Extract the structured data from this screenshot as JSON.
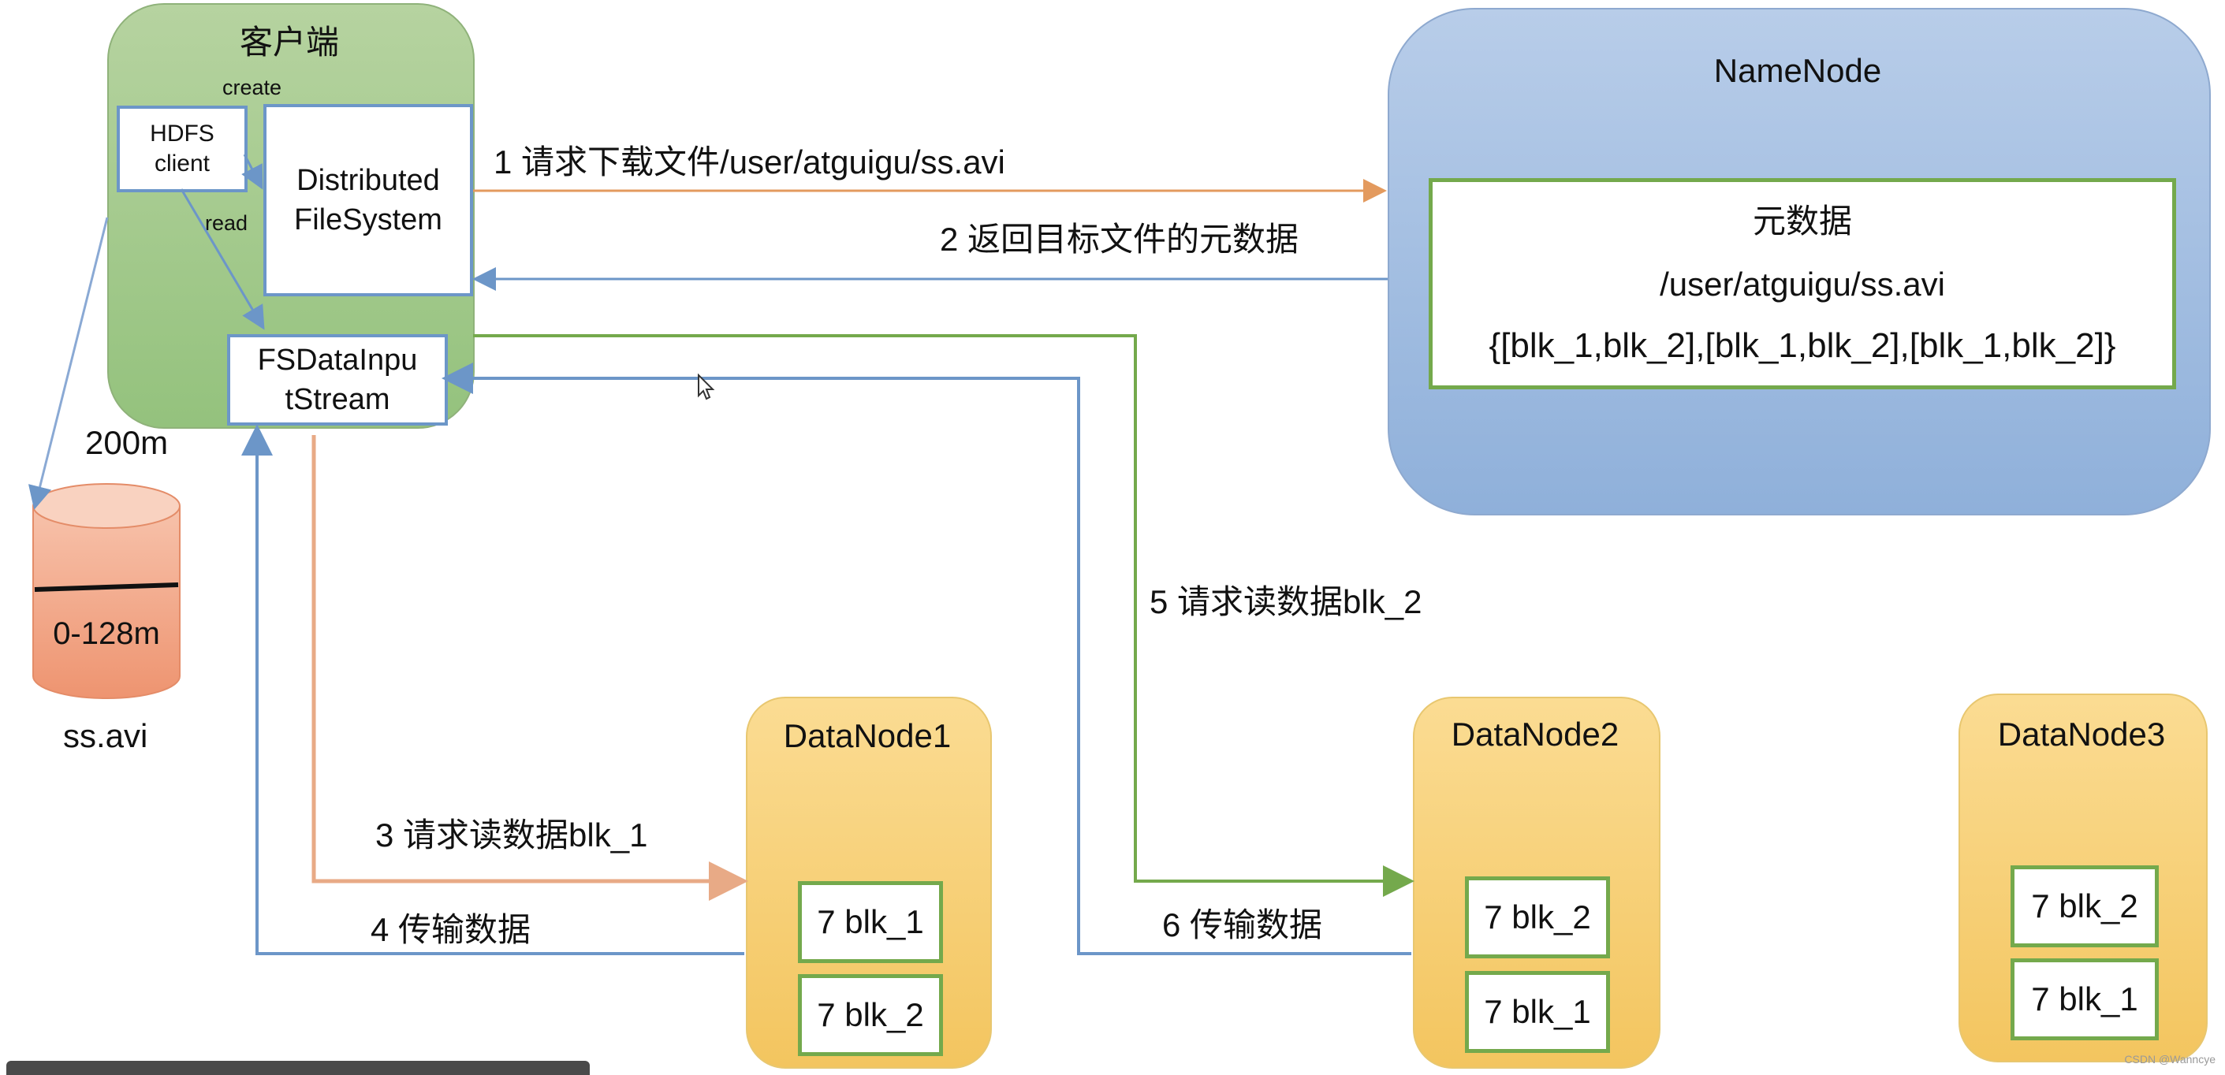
{
  "client": {
    "title": "客户端",
    "hdfs_client": "HDFS\nclient",
    "distributed_fs": "Distributed\nFileSystem",
    "fs_input_stream": "FSDataInpu\ntStream",
    "create_label": "create",
    "read_label": "read"
  },
  "file": {
    "size_label": "200m",
    "block_label": "0-128m",
    "file_name": "ss.avi"
  },
  "namenode": {
    "title": "NameNode",
    "metadata_title": "元数据",
    "metadata_path": "/user/atguigu/ss.avi",
    "metadata_blocks": "{[blk_1,blk_2],[blk_1,blk_2],[blk_1,blk_2]}"
  },
  "steps": {
    "s1": "1 请求下载文件/user/atguigu/ss.avi",
    "s2": "2 返回目标文件的元数据",
    "s3": "3 请求读数据blk_1",
    "s4": "4 传输数据",
    "s5": "5 请求读数据blk_2",
    "s6": "6 传输数据"
  },
  "datanodes": [
    {
      "name": "DataNode1",
      "blocks": [
        "7 blk_1",
        "7 blk_2"
      ]
    },
    {
      "name": "DataNode2",
      "blocks": [
        "7 blk_2",
        "7 blk_1"
      ]
    },
    {
      "name": "DataNode3",
      "blocks": [
        "7 blk_2",
        "7 blk_1"
      ]
    }
  ],
  "watermark": "CSDN @Wanncye",
  "colors": {
    "blue_arrow": "#6c96c8",
    "green_arrow": "#74a94c",
    "orange_arrow": "#e3a782",
    "orange_arrow_1": "#e39a5e"
  }
}
